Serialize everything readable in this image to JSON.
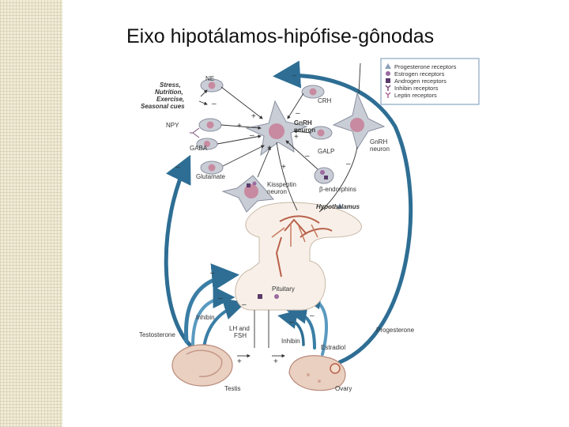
{
  "slide": {
    "title": "Eixo hipotálamos-hipófise-gônodas"
  },
  "legend": {
    "items": [
      {
        "icon": "triangle-icon",
        "label": "Progesterone receptors",
        "color": "#8aa0b8"
      },
      {
        "icon": "circle-icon",
        "label": "Estrogen receptors",
        "color": "#9a6aa0"
      },
      {
        "icon": "square-icon",
        "label": "Androgen receptors",
        "color": "#5a3a6a"
      },
      {
        "icon": "y-receptor-icon",
        "label": "Inhibin receptors",
        "color": "#7a4a7a"
      },
      {
        "icon": "y-receptor-icon",
        "label": "Leptin receptors",
        "color": "#b06a9a"
      }
    ]
  },
  "diagram": {
    "stress_lines": [
      "Stress,",
      "Nutrition,",
      "Exercise,",
      "Seasonal cues"
    ],
    "inputs": {
      "ne": "NE",
      "npy": "NPY",
      "gaba": "GABA",
      "glutamate": "Glutamate",
      "crh": "CRH",
      "galp": "GALP",
      "kisspeptin": [
        "Kisspeptin",
        "neuron"
      ],
      "beta_endorphins": "β-endorphins"
    },
    "gnrh_neuron_center": [
      "GnRH",
      "neuron"
    ],
    "gnrh_neuron_right": [
      "GnRH",
      "neuron"
    ],
    "hypothalamus": "Hypothalamus",
    "pituitary": "Pituitary",
    "gonads": {
      "testis": "Testis",
      "ovary": "Ovary"
    },
    "hormones": {
      "testosterone": "Testosterone",
      "inhibin_left": "Inhibin",
      "lh_fsh": [
        "LH and",
        "FSH"
      ],
      "inhibin_right": "Inhibin",
      "estradiol": "Estradiol",
      "progesterone": "Progesterone"
    },
    "signs": {
      "plus": "+",
      "minus": "–"
    }
  },
  "colors": {
    "arrow": "#2e6e94",
    "arrow_light": "#6fa6c8",
    "cell": "#c9cdd6",
    "nucleus": "#c78aa0",
    "vessels": "#b8604a",
    "gonad": "#ead0c0"
  }
}
